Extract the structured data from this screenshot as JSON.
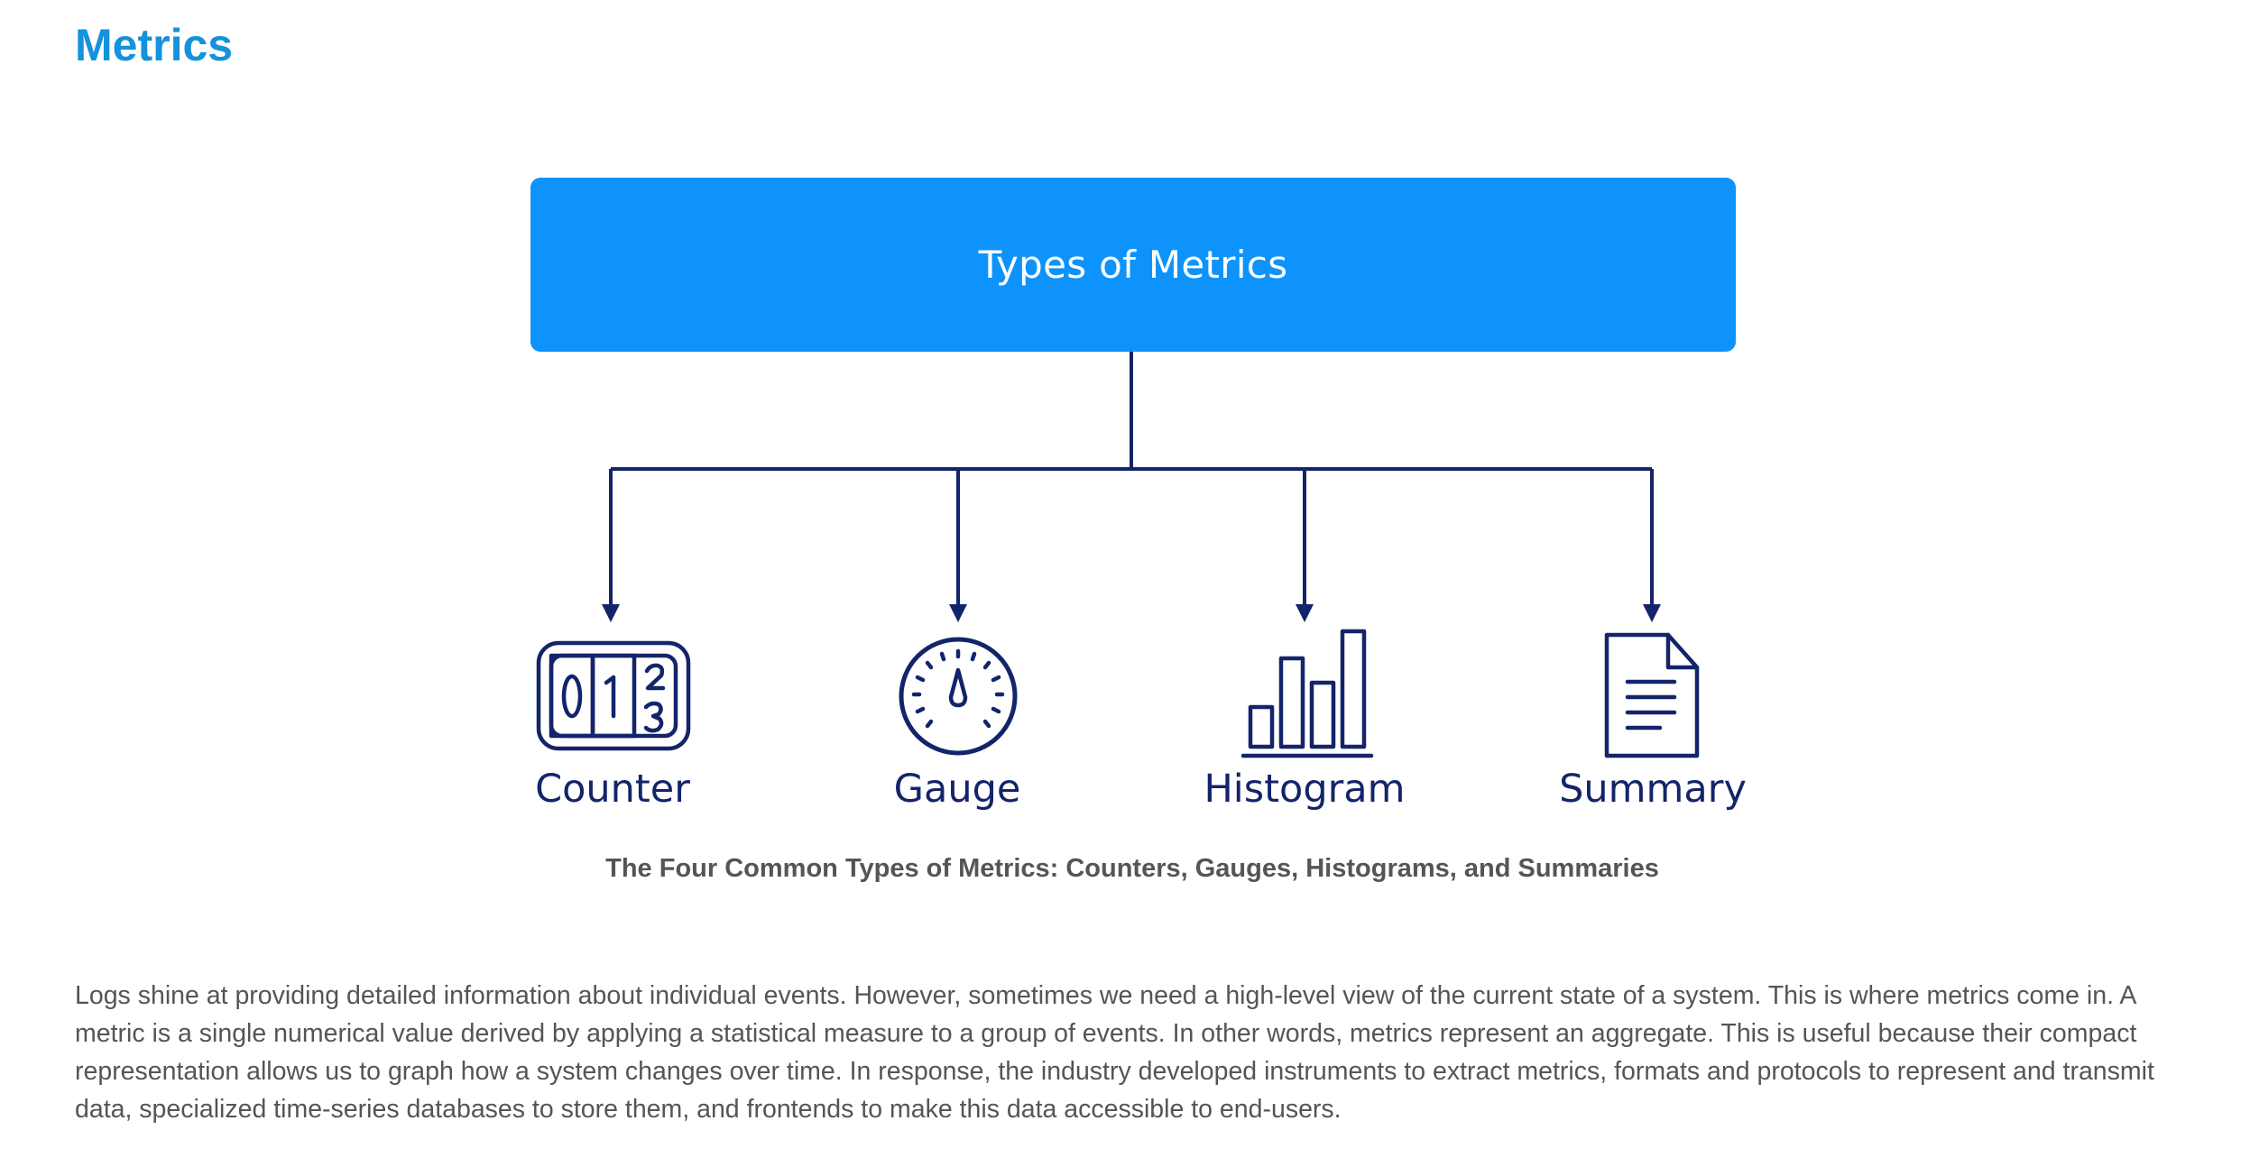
{
  "page": {
    "title": "Metrics"
  },
  "diagram": {
    "root": {
      "label": "Types of Metrics",
      "color": "#0d93fb"
    },
    "line_color": "#14246a",
    "nodes": [
      {
        "label": "Counter",
        "icon": "counter-icon"
      },
      {
        "label": "Gauge",
        "icon": "gauge-icon"
      },
      {
        "label": "Histogram",
        "icon": "histogram-icon"
      },
      {
        "label": "Summary",
        "icon": "summary-document-icon"
      }
    ],
    "caption": "The Four Common Types of Metrics: Counters, Gauges, Histograms, and Summaries"
  },
  "body": {
    "paragraph": "Logs shine at providing detailed information about individual events. However, sometimes we need a high-level view of the current state of a system. This is where metrics come in. A metric is a single numerical value derived by applying a statistical measure to a group of events. In other words, metrics represent an aggregate. This is useful because their compact representation allows us to graph how a system changes over time. In response, the industry developed instruments to extract metrics, formats and protocols to represent and transmit data, specialized time-series databases to store them, and frontends to make this data accessible to end-users."
  },
  "colors": {
    "title": "#1592dc",
    "text": "#555555",
    "navy": "#14246a"
  }
}
